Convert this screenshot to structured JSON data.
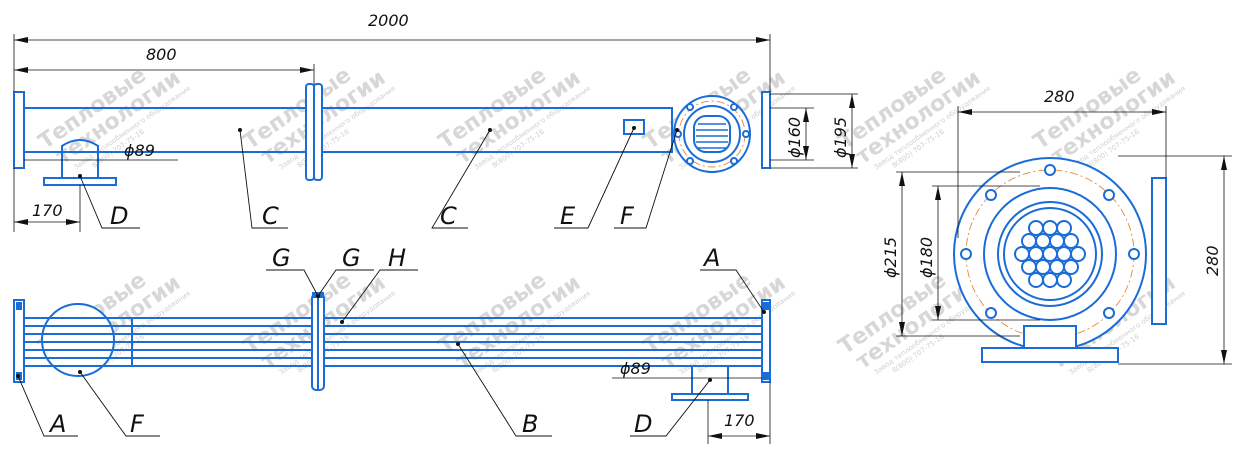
{
  "dimensions": {
    "overall_length": "2000",
    "flange_offset": "800",
    "nozzle_diameter": "ϕ89",
    "nozzle_offset": "170",
    "flange_inner_diameter": "ϕ160",
    "flange_outer_diameter": "ϕ195",
    "end_view_width": "280",
    "end_view_height": "280",
    "head_outer_diameter": "ϕ215",
    "head_inner_diameter": "ϕ180"
  },
  "labels": {
    "A": "A",
    "B": "B",
    "C": "C",
    "D": "D",
    "E": "E",
    "F": "F",
    "G": "G",
    "H": "H"
  },
  "watermark": {
    "line1": "Тепловые",
    "line2": "технологии",
    "line3": "Завод теплообменного оборудования",
    "line4": "8(800) 707-75-16"
  },
  "colors": {
    "part": "#1a6cd6",
    "dimension": "#111111",
    "axis": "#e28a3c"
  }
}
